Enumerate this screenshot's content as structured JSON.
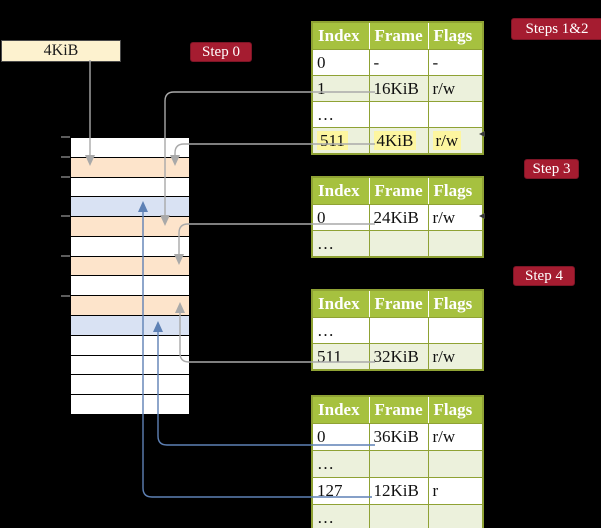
{
  "register_box": {
    "label": "4KiB"
  },
  "badges": {
    "step0": "Step 0",
    "steps12": "Steps 1&2",
    "step3": "Step 3",
    "step4": "Step 4"
  },
  "memory": {
    "rows": [
      {
        "color": "white"
      },
      {
        "color": "peach"
      },
      {
        "color": "white"
      },
      {
        "color": "blue"
      },
      {
        "color": "peach"
      },
      {
        "color": "white"
      },
      {
        "color": "peach"
      },
      {
        "color": "white"
      },
      {
        "color": "peach"
      },
      {
        "color": "blue"
      },
      {
        "color": "white"
      },
      {
        "color": "white"
      },
      {
        "color": "white"
      },
      {
        "color": "white"
      }
    ]
  },
  "tables": [
    {
      "id": "table-steps-1-2",
      "headers": [
        "Index",
        "Frame",
        "Flags"
      ],
      "rows": [
        {
          "cells": [
            "0",
            "-",
            "-"
          ],
          "shade": false,
          "highlight": false
        },
        {
          "cells": [
            "1",
            "16KiB",
            "r/w"
          ],
          "shade": true,
          "highlight": false
        },
        {
          "cells": [
            "…",
            "",
            ""
          ],
          "shade": false,
          "highlight": false
        },
        {
          "cells": [
            "511",
            "4KiB",
            "r/w"
          ],
          "shade": true,
          "highlight": true
        }
      ]
    },
    {
      "id": "table-step-3",
      "headers": [
        "Index",
        "Frame",
        "Flags"
      ],
      "rows": [
        {
          "cells": [
            "0",
            "24KiB",
            "r/w"
          ],
          "shade": false,
          "highlight": false
        },
        {
          "cells": [
            "…",
            "",
            ""
          ],
          "shade": true,
          "highlight": false
        }
      ]
    },
    {
      "id": "table-step-4",
      "headers": [
        "Index",
        "Frame",
        "Flags"
      ],
      "rows": [
        {
          "cells": [
            "…",
            "",
            ""
          ],
          "shade": false,
          "highlight": false
        },
        {
          "cells": [
            "511",
            "32KiB",
            "r/w"
          ],
          "shade": true,
          "highlight": false
        }
      ]
    },
    {
      "id": "table-final",
      "headers": [
        "Index",
        "Frame",
        "Flags"
      ],
      "rows": [
        {
          "cells": [
            "0",
            "36KiB",
            "r/w"
          ],
          "shade": false,
          "highlight": false
        },
        {
          "cells": [
            "…",
            "",
            ""
          ],
          "shade": true,
          "highlight": false
        },
        {
          "cells": [
            "127",
            "12KiB",
            "r"
          ],
          "shade": false,
          "highlight": false
        },
        {
          "cells": [
            "…",
            "",
            ""
          ],
          "shade": true,
          "highlight": false
        }
      ]
    }
  ],
  "colors": {
    "background": "#000000",
    "badge_red": "#a51c30",
    "box_cream": "#fdf2cf",
    "table_header_green": "#a6c13f",
    "table_border_olive": "#8fa234",
    "table_row_light_green": "#ecf1dc",
    "highlight_yellow": "#fdf6a0",
    "arrow_gray": "#a9a9a9",
    "arrow_blue": "#5e81b5",
    "memory_row": {
      "white": "#ffffff",
      "peach": "#fde4cb",
      "blue": "#d9e2f3"
    }
  }
}
